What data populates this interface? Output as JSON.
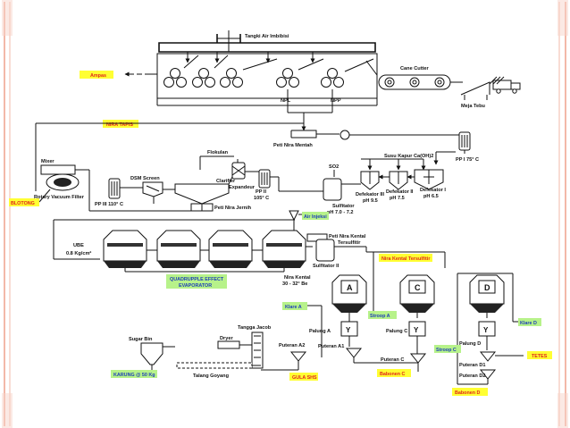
{
  "colors": {
    "page_frame": "#f3b8a8",
    "label_fill_yellow": "#ffff33",
    "label_text_red": "#e0261b",
    "label_fill_green": "#b7f28a",
    "label_text_blue": "#1d3fb8",
    "line": "#111111"
  },
  "labels": {
    "tangki_air_imbibisi": "Tangki Air Imbibisi",
    "ampas": "Ampas",
    "cane_cutter": "Cane Cutter",
    "npl": "NPL",
    "npp": "NPP",
    "meja_tebu": "Meja Tebu",
    "nira_tapis": "NIRA TAPIS",
    "peti_nira_mentah": "Peti Nira Mentah",
    "pp1": "PP I 75° C",
    "mixer": "Mixer",
    "flokulan": "Flokulan",
    "susu_kapur": "Susu Kapur Ca(OH)2",
    "so2": "SO2",
    "dsm_screen": "DSM Screen",
    "clarifier": "Clarifier",
    "expandeur": "Expandeur",
    "pp2": "PP II",
    "pp2_temp": "105° C",
    "defekator3": "Defekator III",
    "defekator3_ph": "pH 9.5",
    "defekator2": "Defekator II",
    "defekator2_ph": "pH 7.5",
    "defekator1": "Defekator I",
    "defekator1_ph": "pH 6.5",
    "rotary_vacuum_filter": "Rotary Vacuum Filter",
    "blotong": "BLOTONG",
    "pp3": "PP III 110° C",
    "peti_nira_jernih": "Peti Nira Jernih",
    "sulfitator": "Sulfitator",
    "sulfitator_ph": "pH 7.0 - 7.2",
    "air_injeksi": "Air Injeksi",
    "ube": "UBE",
    "ube_pressure": "0.8 Kg/cm²",
    "peti_nira_kental": "Peti Nira Kental",
    "tersulfitir": "Tersulfitir",
    "nira_kental_tersulfitir": "Nira Kental Tersulfitir",
    "sulfitator2": "Sulfitator II",
    "quad_effect": "QUADRUPPLE EFFECT",
    "evaporator": "EVAPORATOR",
    "nira_kental": "Nira Kental",
    "nira_kental_be": "30 - 32° Be",
    "pan_a": "A",
    "pan_c": "C",
    "pan_d": "D",
    "klare_a": "Klare A",
    "stroop_a": "Stroop A",
    "klare_d": "Klare D",
    "sugar_bin": "Sugar Bin",
    "dryer": "Dryer",
    "tangga_jacob": "Tangga Jacob",
    "palung_a": "Palung A",
    "palung_c": "Palung C",
    "palung_d": "Palung D",
    "y_mark": "Y",
    "puteran_a1": "Puteran A1",
    "puteran_a2": "Puteran A2",
    "puteran_c": "Puteran C",
    "stroop_c": "Stroop C",
    "puteran_d1": "Puteran D1",
    "puteran_d2": "Puteran D2",
    "tetes": "TETES",
    "karung": "KARUNG @ 50 Kg",
    "talang_goyang": "Talang Goyang",
    "gula_shs": "GULA SHS",
    "babonen_c": "Babonen C",
    "babonen_d": "Babonen D"
  }
}
